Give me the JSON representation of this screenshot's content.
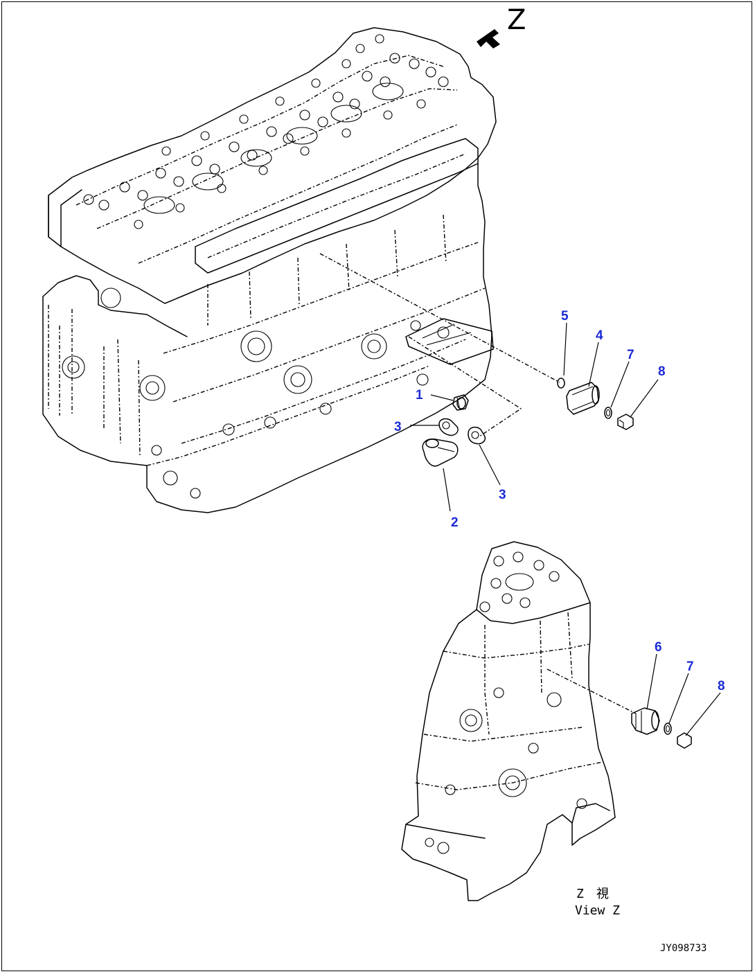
{
  "view_marker": {
    "letter": "Z"
  },
  "callouts": [
    {
      "id": "c1",
      "text": "1"
    },
    {
      "id": "c2",
      "text": "2"
    },
    {
      "id": "c3a",
      "text": "3"
    },
    {
      "id": "c3b",
      "text": "3"
    },
    {
      "id": "c4",
      "text": "4"
    },
    {
      "id": "c5",
      "text": "5"
    },
    {
      "id": "c6",
      "text": "6"
    },
    {
      "id": "c7a",
      "text": "7"
    },
    {
      "id": "c7b",
      "text": "7"
    },
    {
      "id": "c8a",
      "text": "8"
    },
    {
      "id": "c8b",
      "text": "8"
    }
  ],
  "view_caption": {
    "jp": "Z　視",
    "en": "View Z"
  },
  "drawing_code": "JY098733"
}
